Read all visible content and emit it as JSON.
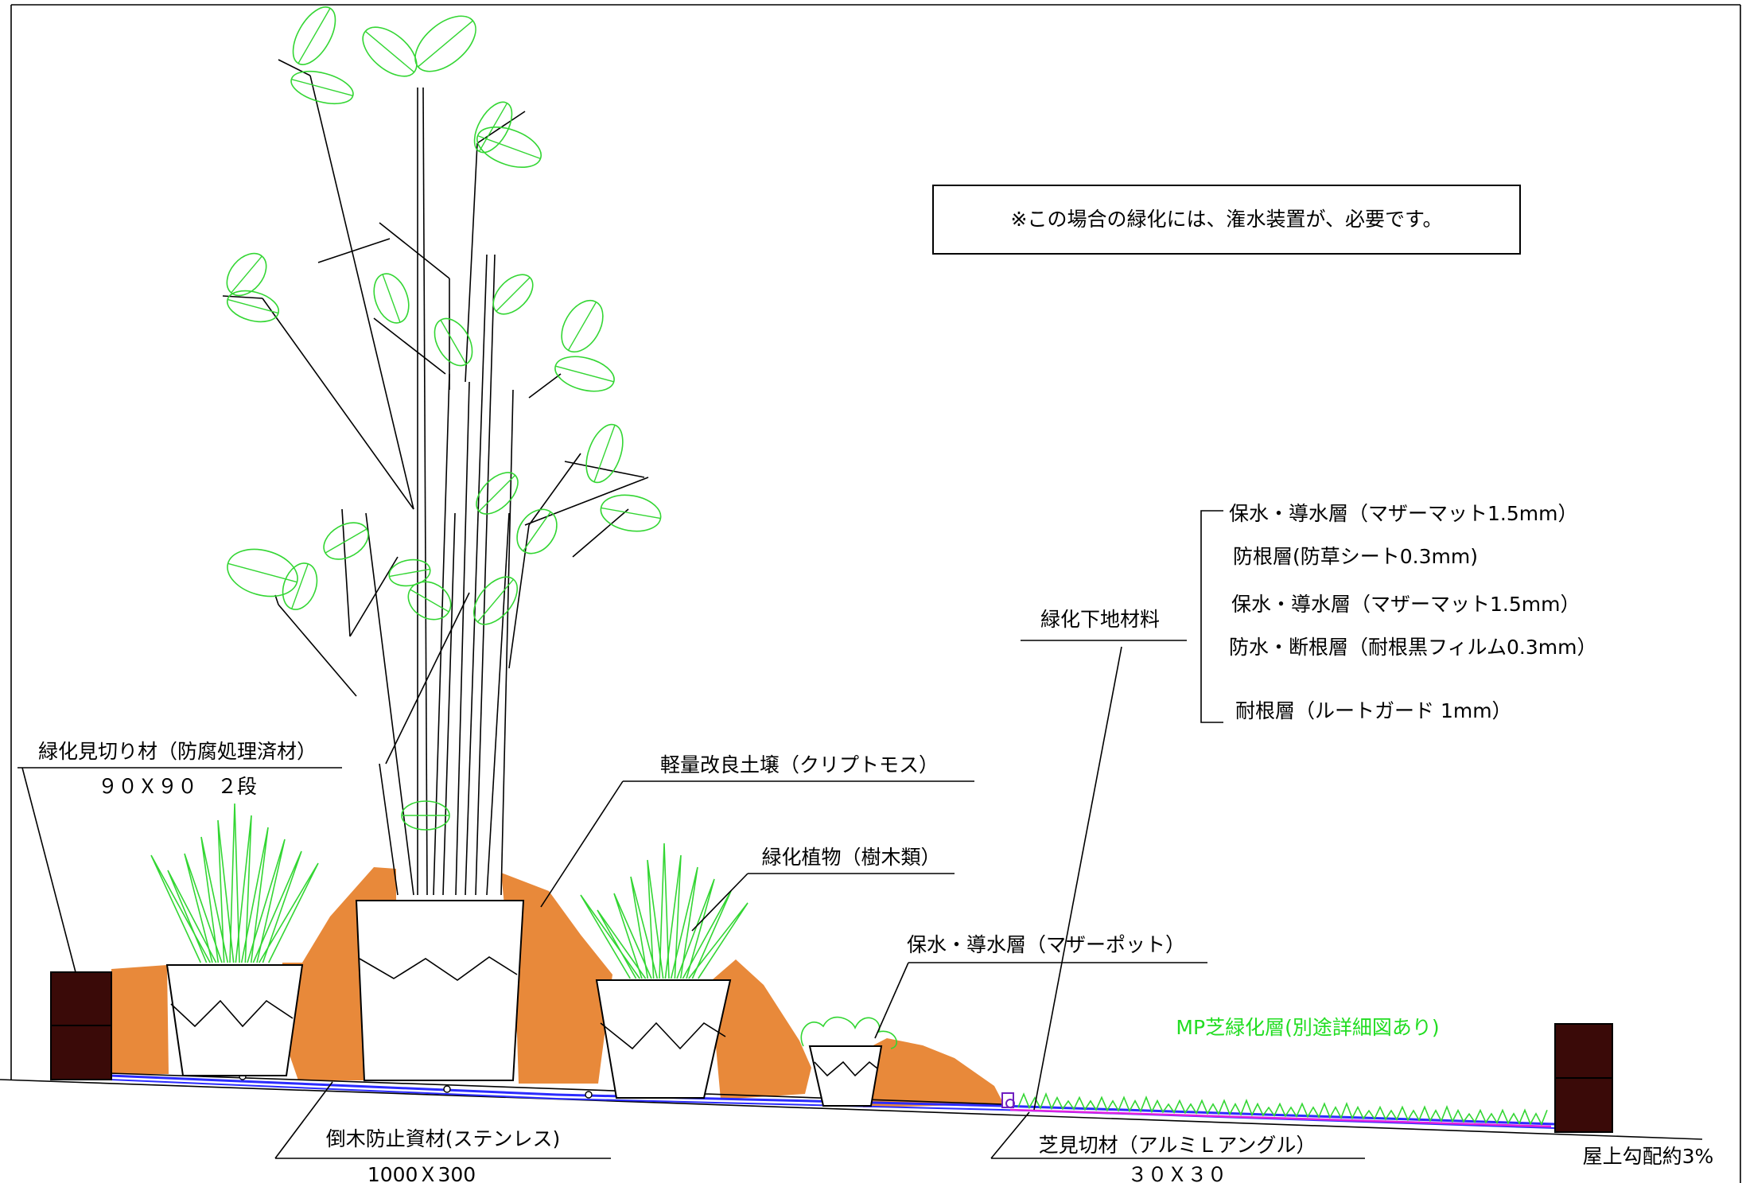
{
  "colors": {
    "soil": "#E8893A",
    "edge_timber": "#3A0A08",
    "leaf_green": "#33D633",
    "blue_layer": "#2B2BFF",
    "magenta_layer": "#E020E0",
    "note_green": "#22DD22"
  },
  "note": "※この場合の緑化には、潅水装置が、必要です。",
  "labels": {
    "edge_material": "緑化見切り材（防腐処理済材）",
    "edge_size": "９０Ｘ９０　２段",
    "soil": "軽量改良土壌（クリプトモス）",
    "plant": "緑化植物（樹木類）",
    "pot_layer": "保水・導水層（マザーポット）",
    "mp_layer": "MP芝緑化層(別途詳細図あり)",
    "anti_fall": "倒木防止資材(ステンレス)",
    "anti_fall_size": "1000Ｘ300",
    "turf_edge": "芝見切材（アルミＬアングル）",
    "turf_edge_size": "３０Ｘ３０",
    "roof_slope": "屋上勾配約3%",
    "base_material": "緑化下地材料"
  },
  "layers": [
    "保水・導水層（マザーマット1.5mm）",
    "防根層(防草シート0.3mm)",
    "保水・導水層（マザーマット1.5mm）",
    "防水・断根層（耐根黒フィルム0.3mm）",
    "耐根層（ルートガード 1mm）"
  ]
}
